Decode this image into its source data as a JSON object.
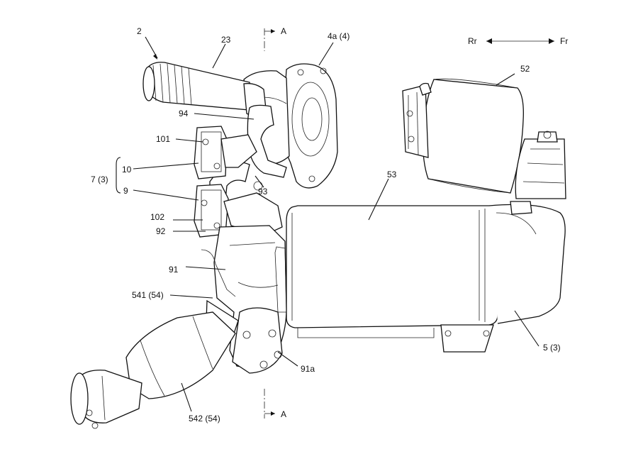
{
  "labels": {
    "l2": "2",
    "l23": "23",
    "lA_top": "A",
    "l4a": "4a (4)",
    "lRr": "Rr",
    "lFr": "Fr",
    "l52": "52",
    "l94": "94",
    "l101": "101",
    "l10": "10",
    "l73": "7 (3)",
    "l9": "9",
    "l93": "93",
    "l53": "53",
    "l102": "102",
    "l92": "92",
    "l91": "91",
    "l541": "541 (54)",
    "l91a": "91a",
    "l53b": "5 (3)",
    "l542": "542 (54)",
    "lA_bottom": "A"
  }
}
